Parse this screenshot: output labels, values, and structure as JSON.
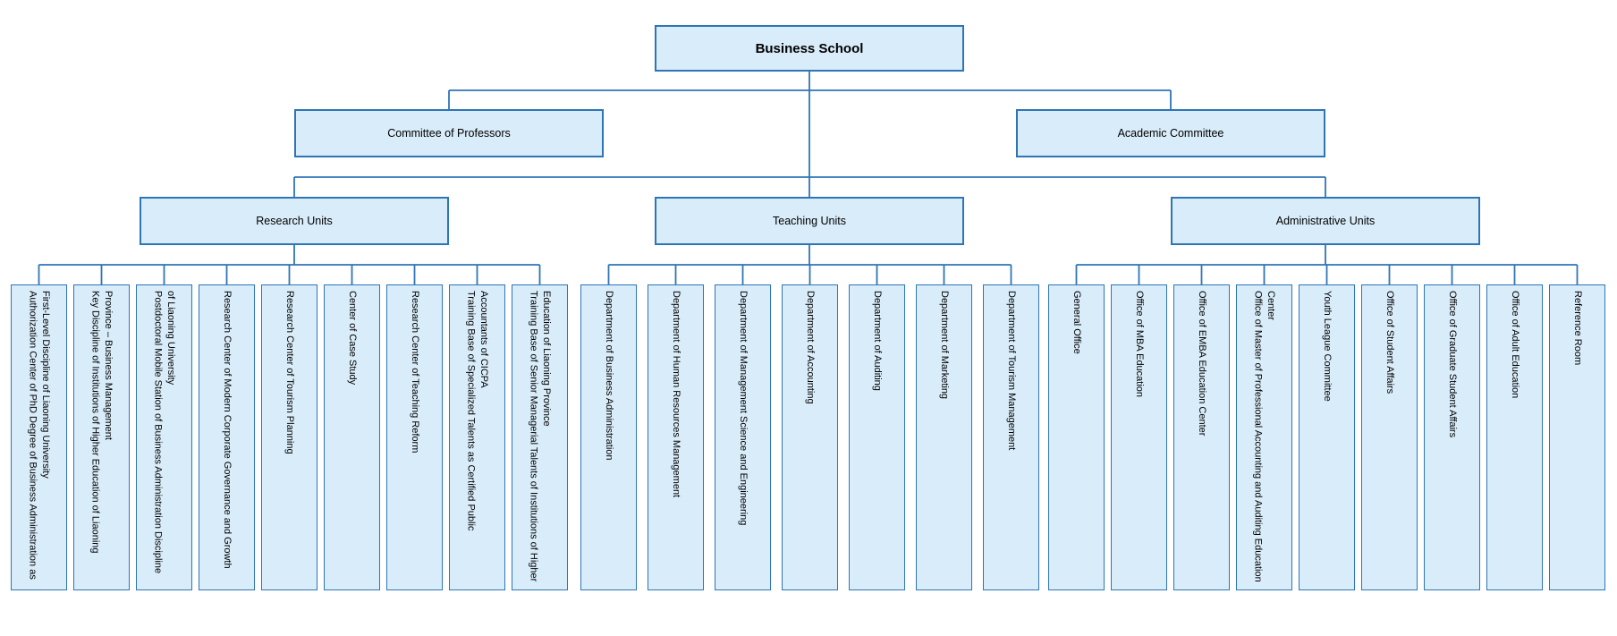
{
  "root": {
    "label": "Business School"
  },
  "committees": [
    {
      "label": "Committee of Professors"
    },
    {
      "label": "Academic Committee"
    }
  ],
  "groups": [
    {
      "label": "Research Units",
      "children": [
        "Authorization Center of PhD Degree of Business Administration as First-Level Discipline of Liaoning University",
        "Key Discipline of Institutions of Higher Education of Liaoning Province – Business Management",
        "Postdoctoral Mobile Station of Business Administration Discipline of Liaoning University",
        "Research Center of Modern Corporate Governance and Growth",
        "Research Center of Tourism Planning",
        "Center of Case Study",
        "Research Center of Teaching Reform",
        "Training Base of Specialized Talents as Certified Public Accountants of CICPA",
        "Training Base of Senior Managerial Talents of Institutions of Higher Education of Liaoning Province"
      ]
    },
    {
      "label": "Teaching Units",
      "children": [
        "Department of Business Administration",
        "Department of Human Resources Management",
        "Department of Management Science and Engineering",
        "Department of Accounting",
        "Department of Auditing",
        "Department of Marketing",
        "Department of Tourism Management"
      ]
    },
    {
      "label": "Administrative Units",
      "children": [
        "General Office",
        "Office of MBA Education",
        "Office of EMBA Education Center",
        "Office of Master of Professional Accounting and Auditing Education Center",
        "Youth League Committee",
        "Office of Student Affairs",
        "Office of Graduate Student Affairs",
        "Office of Adult Education",
        "Reference Room"
      ]
    }
  ],
  "colors": {
    "box_fill": "#d9ecf9",
    "box_border": "#2e75b6",
    "connector": "#2e75b6",
    "text": "#000000"
  }
}
